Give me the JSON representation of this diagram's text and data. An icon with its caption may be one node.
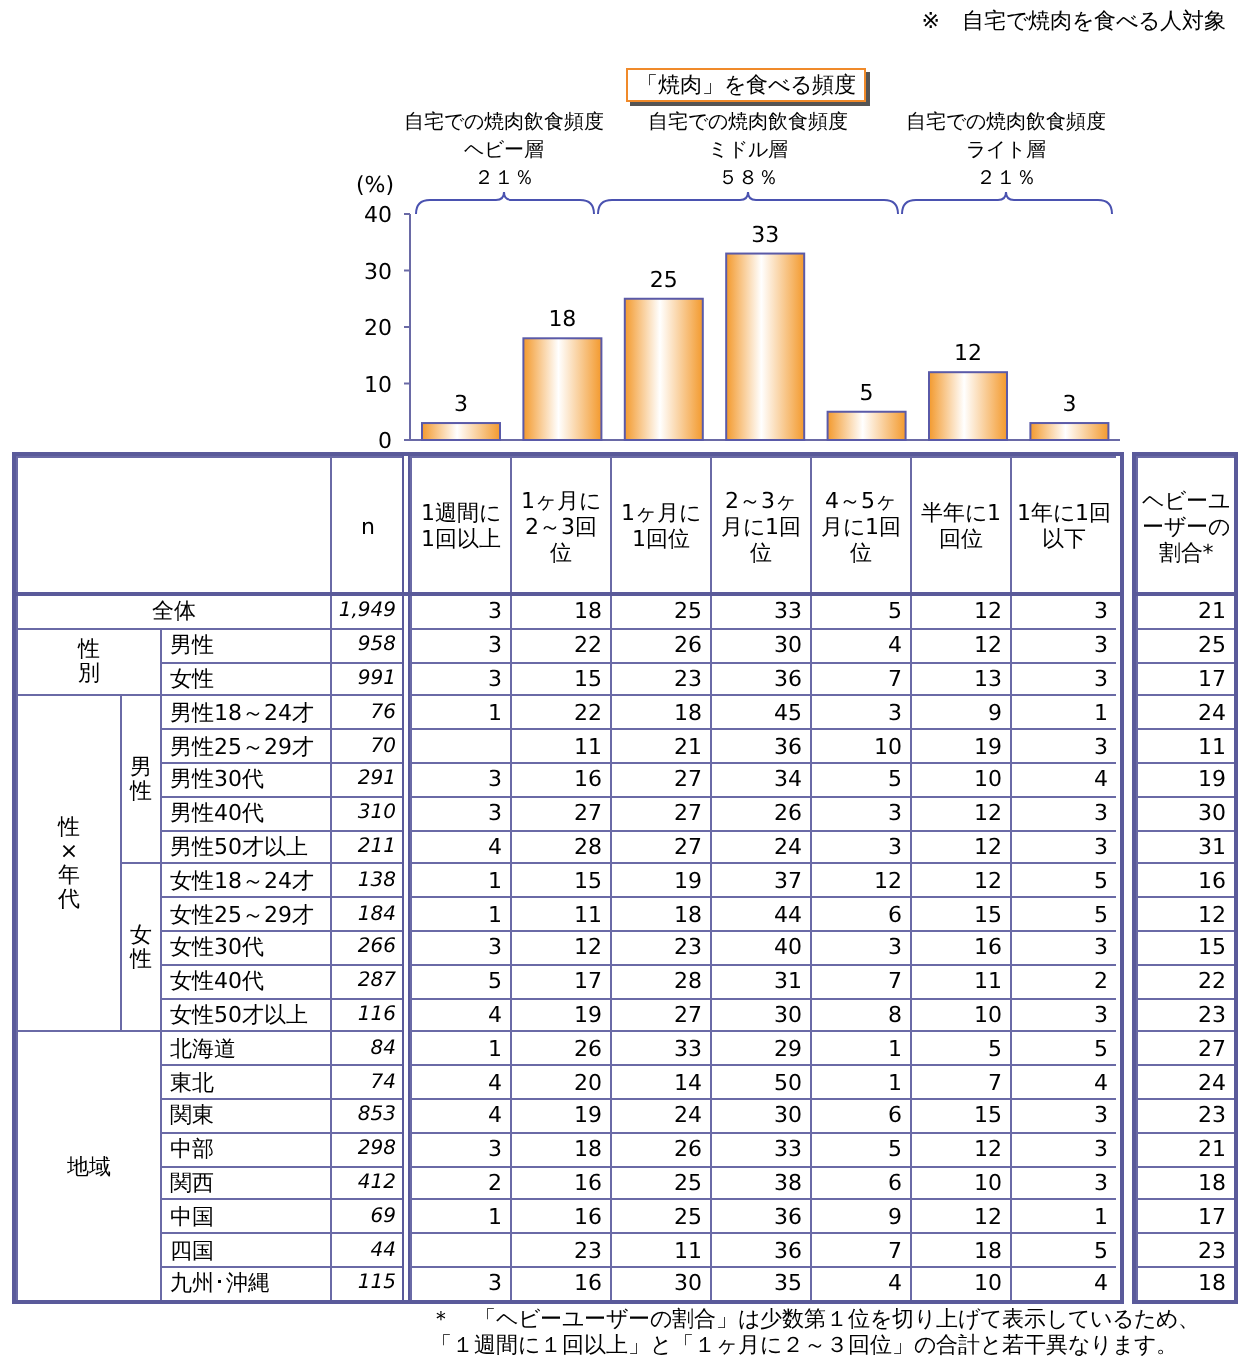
{
  "diagram": {
    "title": "「焼肉」を食べる頻度",
    "labels": [
      "※　自宅で焼肉を食べる人対象",
      "自宅での焼肉飲食頻度",
      "ヘビー層",
      "２１％",
      "自宅での焼肉飲食頻度",
      "ミドル層",
      "５８％",
      "自宅での焼肉飲食頻度",
      "ライト層",
      "２１％",
      "n",
      "1週間に1回以上",
      "1ヶ月に2～3回位",
      "1ヶ月に1回位",
      "2～3ヶ月に1回位",
      "4～5ヶ月に1回位",
      "半年に1回位",
      "1年に1回以下",
      "ヘビーユーザーの割合*",
      "全体",
      "1,949",
      "3",
      "18",
      "25",
      "33",
      "5",
      "12",
      "3",
      "21",
      "性別",
      "男性",
      "958",
      "3",
      "22",
      "26",
      "30",
      "4",
      "12",
      "3",
      "25",
      "女性",
      "991",
      "3",
      "15",
      "23",
      "36",
      "7",
      "13",
      "3",
      "17",
      "性×年代",
      "男性",
      "男性18～24才",
      "76",
      "1",
      "22",
      "18",
      "45",
      "3",
      "9",
      "1",
      "24",
      "男性25～29才",
      "70",
      "11",
      "21",
      "36",
      "10",
      "19",
      "3",
      "11",
      "男性30代",
      "291",
      "3",
      "16",
      "27",
      "34",
      "5",
      "10",
      "4",
      "19",
      "男性40代",
      "310",
      "3",
      "27",
      "27",
      "26",
      "3",
      "12",
      "3",
      "30",
      "男性50才以上",
      "211",
      "4",
      "28",
      "27",
      "24",
      "3",
      "12",
      "3",
      "31",
      "女性",
      "女性18～24才",
      "138",
      "1",
      "15",
      "19",
      "37",
      "12",
      "12",
      "5",
      "16",
      "女性25～29才",
      "184",
      "1",
      "11",
      "18",
      "44",
      "6",
      "15",
      "5",
      "12",
      "女性30代",
      "266",
      "3",
      "12",
      "23",
      "40",
      "3",
      "16",
      "3",
      "15",
      "女性40代",
      "287",
      "5",
      "17",
      "28",
      "31",
      "7",
      "11",
      "2",
      "22",
      "女性50才以上",
      "116",
      "4",
      "19",
      "27",
      "30",
      "8",
      "10",
      "3",
      "23",
      "地域",
      "北海道",
      "84",
      "1",
      "26",
      "33",
      "29",
      "1",
      "5",
      "5",
      "27",
      "東北",
      "74",
      "4",
      "20",
      "14",
      "50",
      "1",
      "7",
      "4",
      "24",
      "関東",
      "853",
      "4",
      "19",
      "24",
      "30",
      "6",
      "15",
      "3",
      "23",
      "中部",
      "298",
      "3",
      "18",
      "26",
      "33",
      "5",
      "12",
      "3",
      "21",
      "関西",
      "412",
      "2",
      "16",
      "25",
      "38",
      "6",
      "10",
      "3",
      "18",
      "中国",
      "69",
      "1",
      "16",
      "25",
      "36",
      "9",
      "12",
      "1",
      "17",
      "四国",
      "44",
      "23",
      "11",
      "36",
      "7",
      "18",
      "5",
      "23",
      "九州･沖縄",
      "115",
      "3",
      "16",
      "30",
      "35",
      "4",
      "10",
      "4",
      "18",
      "＊　「ヘビーユーザーの割合」は少数第１位を切り上げて表示しているため、「１週間に１回以上」と「１ヶ月に２～３回位」の合計と若干異なります。"
    ],
    "chart_data": {
      "type": "bar",
      "ylabel": "(%)",
      "values": [
        3,
        18,
        25,
        33,
        5,
        12,
        3
      ],
      "ylim": [
        0,
        40
      ],
      "yticks": [
        0,
        10,
        20,
        30,
        40
      ],
      "value_labels": [
        "3",
        "18",
        "25",
        "33",
        "5",
        "12",
        "3"
      ]
    }
  }
}
